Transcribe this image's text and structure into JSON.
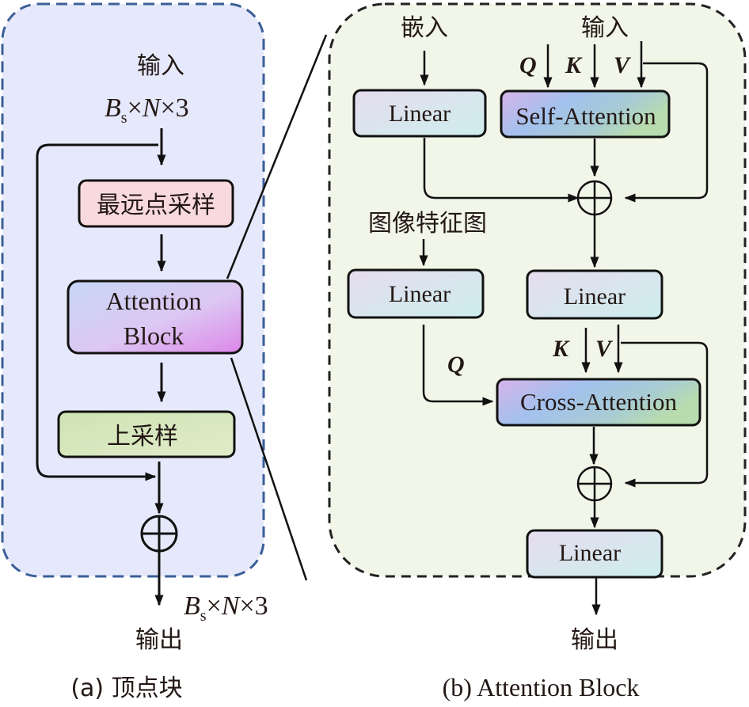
{
  "panel_a": {
    "caption": "(a) 顶点块",
    "input_label": "输入",
    "input_shape": {
      "base": "B",
      "sub": "s",
      "rest": "×N×3",
      "times1": "×",
      "N": "N",
      "times2": "×3"
    },
    "blocks": {
      "fps": "最远点采样",
      "attention_line1": "Attention",
      "attention_line2": "Block",
      "upsample": "上采样"
    },
    "output_shape": {
      "base": "B",
      "sub": "s",
      "times1": "×",
      "N": "N",
      "times2": "×3"
    },
    "output_label": "输出"
  },
  "panel_b": {
    "caption": "(b) Attention Block",
    "embed_label": "嵌入",
    "input_label": "输入",
    "image_feature_label": "图像特征图",
    "output_label": "输出",
    "q": "Q",
    "k": "K",
    "v": "V",
    "blocks": {
      "linear_embed": "Linear",
      "self_attention": "Self-Attention",
      "linear_image": "Linear",
      "linear_mid": "Linear",
      "cross_attention": "Cross-Attention",
      "linear_out": "Linear"
    }
  },
  "colors": {
    "panel_a_bg": "#e6e9fb",
    "panel_a_border": "#3b5f98",
    "panel_b_bg": "#f1f6e9",
    "fps_fill": "#f9dadc",
    "upsample_fill": "#d3e5bb"
  }
}
